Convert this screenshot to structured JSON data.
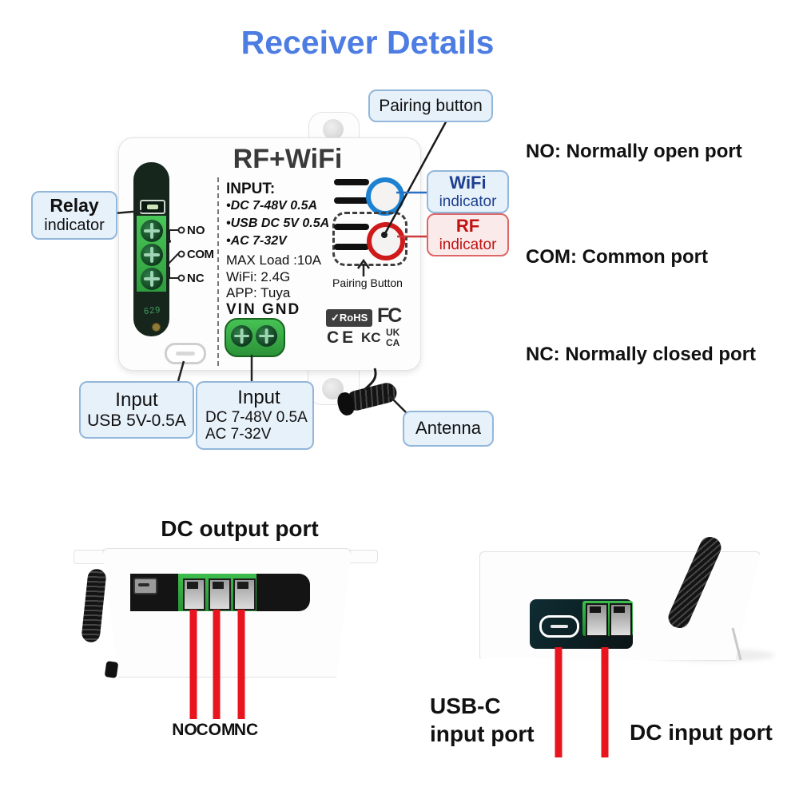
{
  "title": "Receiver Details",
  "device_front": {
    "model": "RF+WiFi",
    "input_heading": "INPUT:",
    "input_items": [
      "•DC 7-48V 0.5A",
      "•USB DC 5V 0.5A",
      "•AC 7-32V"
    ],
    "specs": [
      "MAX Load :10A",
      "WiFi: 2.4G",
      "APP: Tuya"
    ],
    "vin_gnd_label": "VIN GND",
    "pcb_number": "629",
    "switch_labels": {
      "no": "NO",
      "com": "COM",
      "nc": "NC"
    },
    "pairing_button_label": "Pairing Button",
    "certifications": {
      "rohs": "✓RoHS",
      "fcc": "FC",
      "ce": "CE",
      "kc": "KC",
      "ukca_line1": "UK",
      "ukca_line2": "CA"
    }
  },
  "callouts": {
    "pairing_button": "Pairing button",
    "wifi_indicator": {
      "line1": "WiFi",
      "line2": "indicator"
    },
    "rf_indicator": {
      "line1": "RF",
      "line2": "indicator"
    },
    "relay_indicator": {
      "line1": "Relay",
      "line2": "indicator"
    },
    "input_usb": {
      "line1": "Input",
      "line2": "USB 5V-0.5A"
    },
    "input_dc": {
      "line1": "Input",
      "line2": "DC 7-48V 0.5A",
      "line3": "AC 7-32V"
    },
    "antenna": "Antenna"
  },
  "port_descriptions": {
    "no": "NO: Normally open port",
    "com": "COM: Common port",
    "nc": "NC: Normally closed port"
  },
  "bottom_left": {
    "title": "DC output port",
    "wire_labels": [
      "NO",
      "COM",
      "NC"
    ]
  },
  "bottom_right": {
    "usb_label_line1": "USB-C",
    "usb_label_line2": "input port",
    "dc_label": "DC input port"
  },
  "colors": {
    "title_blue": "#4d7ce2",
    "wifi_blue": "#1d82d2",
    "rf_red": "#cf1a1a",
    "wire_red": "#e8141e",
    "terminal_green": "#3cb54a"
  }
}
